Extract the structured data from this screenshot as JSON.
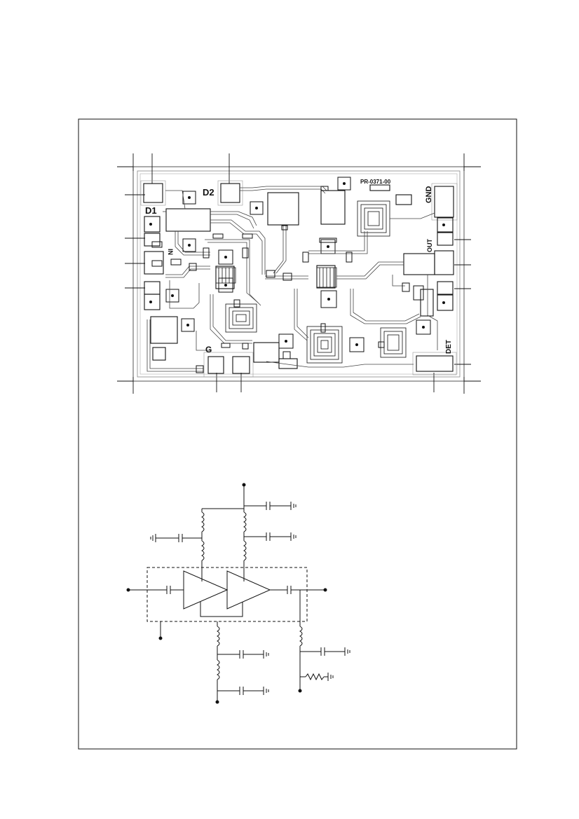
{
  "layout_labels": {
    "d1": "D1",
    "d2": "D2",
    "in": "IN",
    "out": "OUT",
    "gnd": "GND",
    "det": "DET",
    "g": "G",
    "part_number": "PR-0371-00"
  }
}
